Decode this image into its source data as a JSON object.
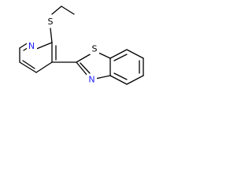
{
  "molecule": {
    "atoms": {
      "s_thioether": {
        "symbol": "S",
        "color": "#000000"
      },
      "n_pyridine": {
        "symbol": "N",
        "color": "#1f1fff"
      },
      "s_thiazole": {
        "symbol": "S",
        "color": "#000000"
      },
      "n_thiazole": {
        "symbol": "N",
        "color": "#1f1fff"
      }
    }
  }
}
